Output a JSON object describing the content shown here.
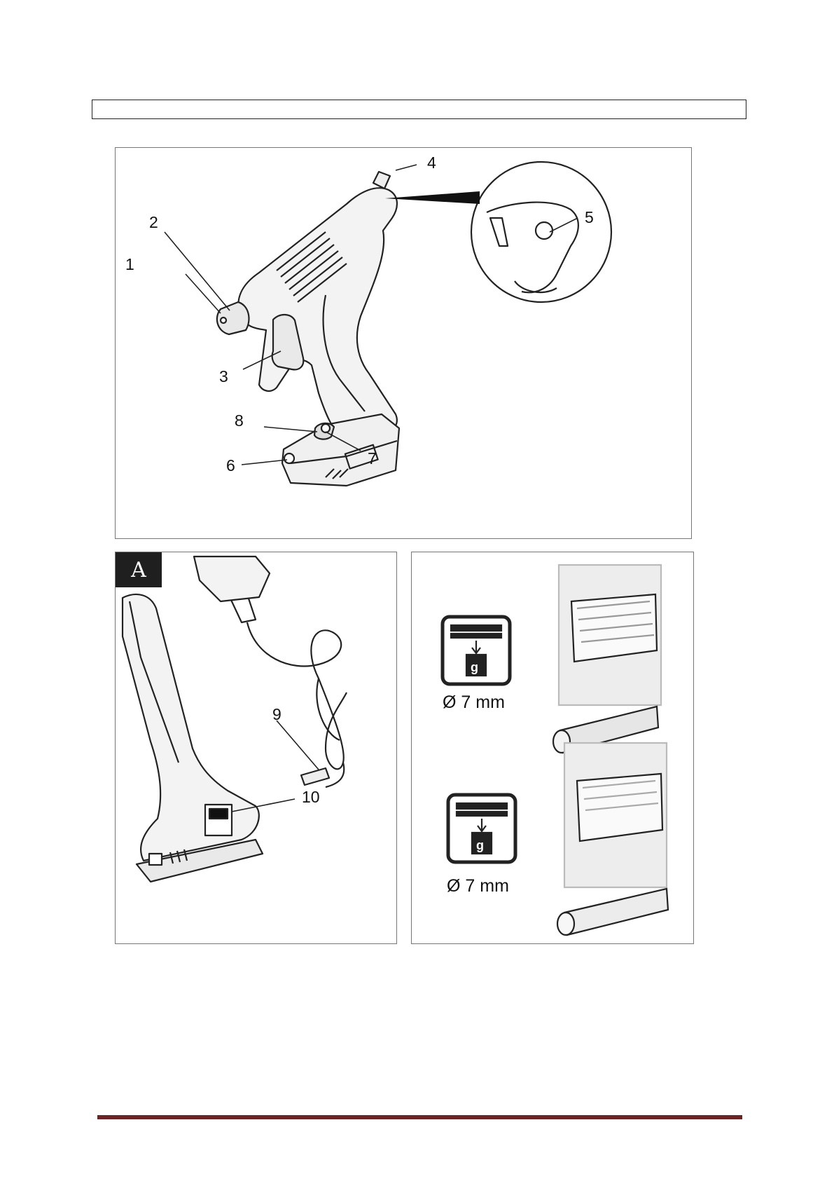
{
  "main_figure": {
    "callouts": [
      "1",
      "2",
      "3",
      "4",
      "5",
      "6",
      "7",
      "8"
    ]
  },
  "figure_a": {
    "badge": "A",
    "callouts": [
      "9",
      "10"
    ]
  },
  "glue_sticks": {
    "items": [
      {
        "weight_symbol": "g",
        "diameter": "Ø 7 mm"
      },
      {
        "weight_symbol": "g",
        "diameter": "Ø 7 mm"
      }
    ]
  },
  "colors": {
    "footer_rule": "#6b2424",
    "line": "#222222"
  }
}
